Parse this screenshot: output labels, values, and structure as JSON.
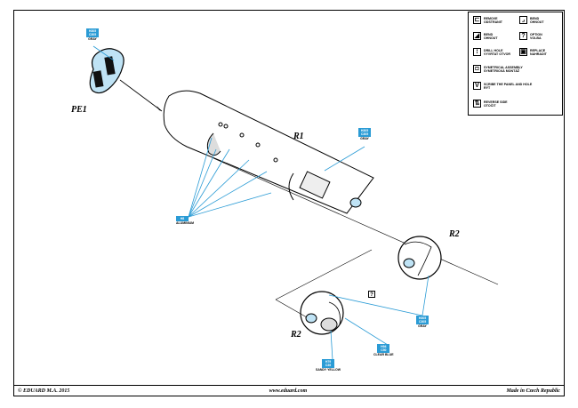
{
  "legend": {
    "items": [
      {
        "icon": "remove-icon",
        "glyph": "⊏",
        "line1": "REMOVE",
        "line2": "ODSTRANIT"
      },
      {
        "icon": "bend-icon",
        "glyph": "⌟",
        "line1": "BEND",
        "line2": "OHNOUT"
      },
      {
        "icon": "bend-curved-icon",
        "glyph": "◢",
        "line1": "BEND",
        "line2": "OHNOUT"
      },
      {
        "icon": "option-icon",
        "glyph": "?",
        "line1": "OPTION",
        "line2": "VOLBA"
      },
      {
        "icon": "drill-hole-icon",
        "glyph": "⁞",
        "line1": "DRILL HOLE",
        "line2": "VYVRTAT OTVOR"
      },
      {
        "icon": "replace-icon",
        "glyph": "▣",
        "line1": "REPLACE",
        "line2": "NAHRADIT"
      },
      {
        "icon": "symmetrical-assembly-icon",
        "glyph": "◘",
        "line1": "SYMETRICAL ASSEMBLY",
        "line2": "SYMETRICKÁ MONTÁŽ"
      },
      {
        "icon": "scribe-icon",
        "glyph": "V",
        "line1": "SCRIBE THE PANEL AND HOLE",
        "line2": "RÝT"
      },
      {
        "icon": "reverse-side-icon",
        "glyph": "⇅",
        "line1": "REVERSE SIDE",
        "line2": "OTOČIT"
      }
    ]
  },
  "parts": {
    "pe1": "PE1",
    "r1": "R1",
    "r2_upper": "R2",
    "r2_lower": "R2"
  },
  "colors": {
    "pe1": {
      "code1": "H305",
      "code2": "C305",
      "name": "GRAY"
    },
    "r1": {
      "code1": "H305",
      "code2": "C305",
      "name": "GRAY"
    },
    "aluminium": {
      "code1": "H8",
      "name": "ALUMINIUM"
    },
    "r2_gray": {
      "code1": "H305",
      "code2": "C305",
      "name": "GRAY"
    },
    "clear_blue": {
      "code1": "H94",
      "code2": "C50",
      "name": "CLEAR BLUE"
    },
    "sandy_yellow": {
      "code1": "H79",
      "code2": "C39",
      "name": "SANDY YELLOW"
    }
  },
  "option_mark": "?",
  "footer": {
    "copyright": "© EDUARD M.A. 2015",
    "website": "www.eduard.com",
    "origin": "Made in Czech Republic"
  },
  "accent": "#2a9bd5"
}
